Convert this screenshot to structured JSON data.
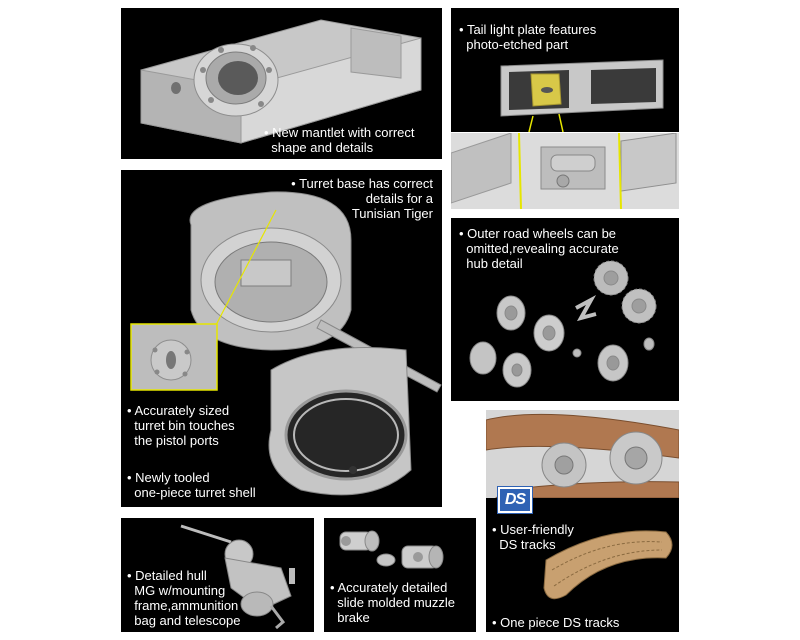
{
  "colors": {
    "panel_background": "#000000",
    "caption_text": "#ffffff",
    "part_grey": "#c8c8c8",
    "photo_etch_brass": "#d8c848",
    "callout_line": "#e6e600",
    "ds_logo_blue": "#2f62b4",
    "track_tan": "#c8a070"
  },
  "panels": {
    "mantlet": {
      "caption_lines": [
        "New mantlet with correct",
        "shape and details"
      ]
    },
    "tail_light": {
      "caption_lines": [
        "Tail light plate features",
        "photo-etched part"
      ]
    },
    "turret": {
      "caption_base_lines": [
        "Turret base has correct",
        "details for a",
        "Tunisian Tiger"
      ],
      "caption_bin_lines": [
        "Accurately sized",
        "turret bin touches",
        "the pistol ports"
      ],
      "caption_shell_lines": [
        "Newly tooled",
        "one-piece turret shell"
      ]
    },
    "road_wheels": {
      "caption_lines": [
        "Outer road wheels can be",
        "omitted,revealing accurate",
        "hub detail"
      ]
    },
    "tracks": {
      "logo_text": "DS",
      "caption_userfriendly_lines": [
        "User-friendly",
        "DS tracks"
      ],
      "caption_onepiece_lines": [
        "One piece DS tracks"
      ]
    },
    "hull_mg": {
      "caption_lines": [
        "Detailed hull",
        "MG w/mounting",
        "frame,ammunition",
        "bag and telescope"
      ]
    },
    "muzzle_brake": {
      "caption_lines": [
        "Accurately detailed",
        "slide molded muzzle",
        "brake"
      ]
    }
  }
}
